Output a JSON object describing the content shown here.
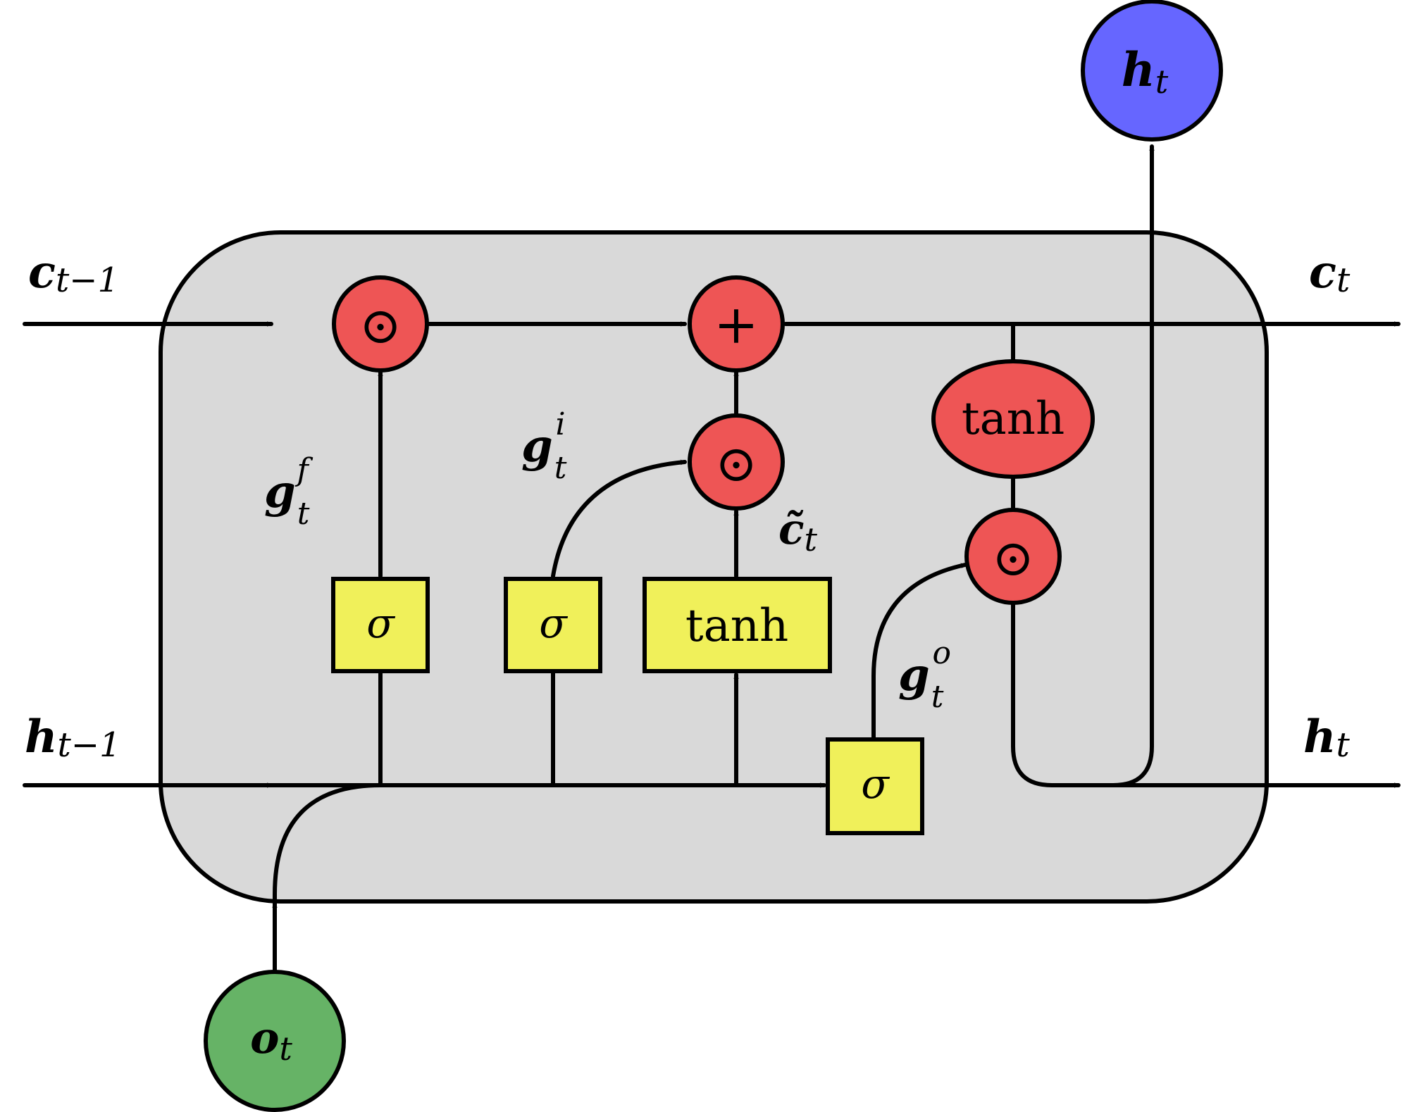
{
  "labels": {
    "c_prev": {
      "base": "c",
      "sub": "t−1"
    },
    "h_prev": {
      "base": "h",
      "sub": "t−1"
    },
    "c_next": {
      "base": "c",
      "sub": "t"
    },
    "h_next_right": {
      "base": "h",
      "sub": "t"
    },
    "h_top": {
      "base": "h",
      "sub": "t"
    },
    "o_in": {
      "base": "o",
      "sub": "t"
    },
    "g_forget": {
      "base": "g",
      "sub": "t",
      "sup": "f"
    },
    "g_input": {
      "base": "g",
      "sub": "t",
      "sup": "i"
    },
    "g_output": {
      "base": "g",
      "sub": "t",
      "sup": "o"
    },
    "c_tilde": {
      "base": "c̃",
      "sub": "t"
    }
  },
  "ops": {
    "hadamard": "⊙",
    "plus": "+",
    "sigma": "σ",
    "tanh": "tanh"
  },
  "colors": {
    "cell_bg": "#d9d9d9",
    "op_red": "#ee5555",
    "gate_yellow": "#f0f05a",
    "output_blue": "#6666ff",
    "input_green": "#66b366"
  }
}
